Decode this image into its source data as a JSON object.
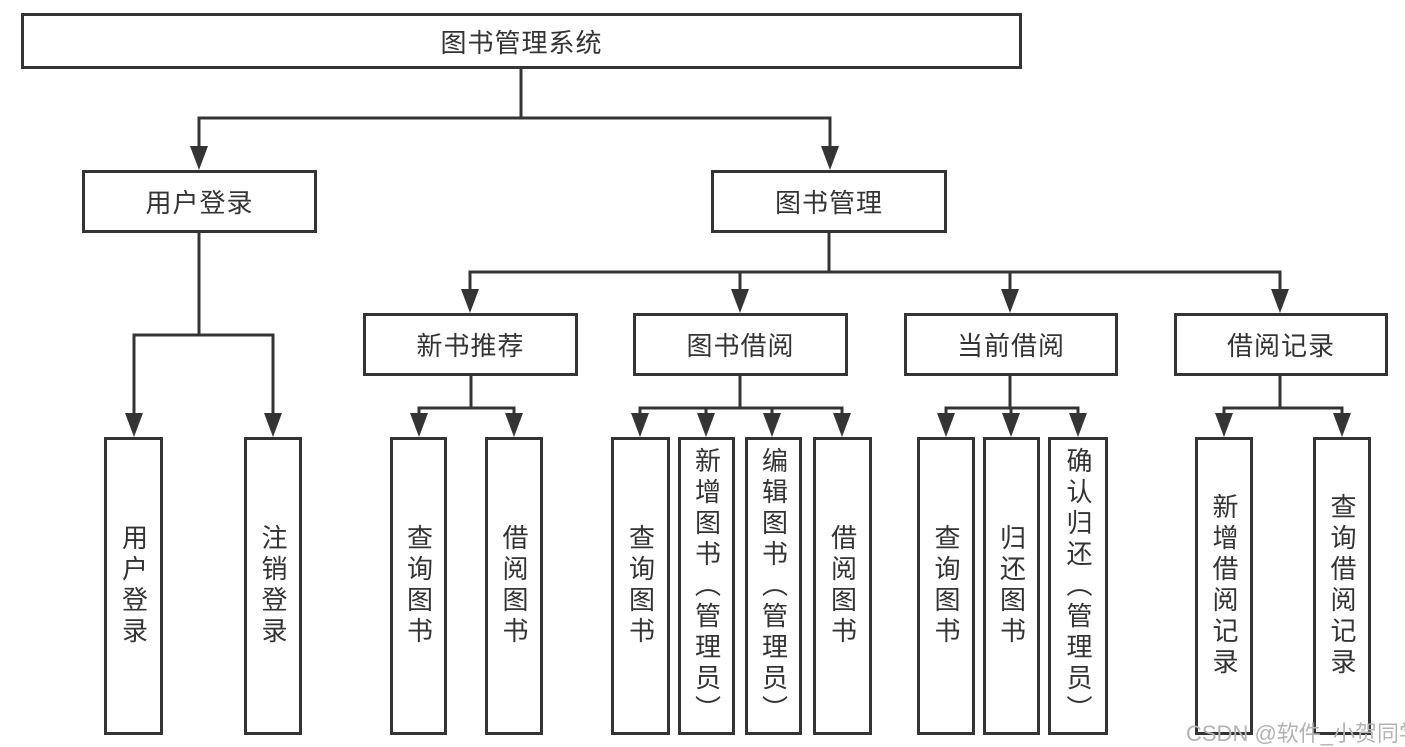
{
  "tree": {
    "root": {
      "label": "图书管理系统",
      "children": [
        {
          "label": "用户登录",
          "children": [
            {
              "label": "用户登录"
            },
            {
              "label": "注销登录"
            }
          ]
        },
        {
          "label": "图书管理",
          "children": [
            {
              "label": "新书推荐",
              "children": [
                {
                  "label": "查询图书"
                },
                {
                  "label": "借阅图书"
                }
              ]
            },
            {
              "label": "图书借阅",
              "children": [
                {
                  "label": "查询图书"
                },
                {
                  "label": "新增图书（管理员）"
                },
                {
                  "label": "编辑图书（管理员）"
                },
                {
                  "label": "借阅图书"
                }
              ]
            },
            {
              "label": "当前借阅",
              "children": [
                {
                  "label": "查询图书"
                },
                {
                  "label": "归还图书"
                },
                {
                  "label": "确认归还（管理员）"
                }
              ]
            },
            {
              "label": "借阅记录",
              "children": [
                {
                  "label": "新增借阅记录"
                },
                {
                  "label": "查询借阅记录"
                }
              ]
            }
          ]
        }
      ]
    }
  },
  "watermark": {
    "text": "CSDN @软件_小贺同学"
  },
  "colors": {
    "line": "#343434",
    "text": "#333333",
    "background": "#ffffff",
    "watermark": "#b3b3b3"
  }
}
